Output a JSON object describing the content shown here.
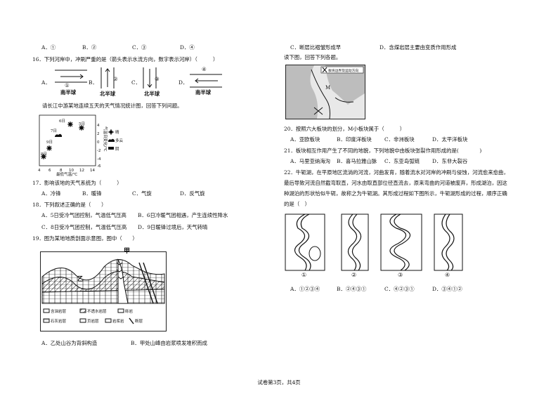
{
  "left": {
    "top_options": [
      "A．①",
      "B．②",
      "C．③",
      "D．④"
    ],
    "q16": {
      "stem": "16．下列河岸中，冲刷严重的是（箭头表示水流方向，数字表示河岸）（　　　）",
      "opts": [
        "A．",
        "B．",
        "C．",
        "D．"
      ],
      "nums": [
        "①",
        "②",
        "③",
        "④"
      ],
      "hemis": [
        "南半球",
        "北半球",
        "北半球",
        "南半球"
      ]
    },
    "intro_17": "请长江中游某地连续五天的天气情况统计图，回答下列问题。",
    "chart": {
      "days": [
        "5日",
        "6日",
        "7日",
        "8日",
        "9日"
      ],
      "x_ticks": [
        "4",
        "6",
        "8",
        "10",
        "12",
        "14"
      ],
      "y_ticks": [
        "4",
        "2",
        "0",
        "-2",
        "-4",
        "-6"
      ],
      "xlabel": "最低气温/℃",
      "ylabel": "气温日变化/℃",
      "legend": [
        "晴",
        "多云",
        "阴"
      ]
    },
    "q17": {
      "stem": "17．影响该地的天气系统为（　　　）",
      "opts": [
        "A．冷锋",
        "B．暖锋",
        "C．气旋",
        "D．反气旋"
      ]
    },
    "q18": {
      "stem": "18．下列叙述正确的是（　　）",
      "a": "A．5日受冷气团控制，气温低气压高",
      "b": "B．6日冷暖气团相遇，产生连续性降水",
      "c": "C．8日受冷气团控制，气温低气压高",
      "d": "D．9日暖锋过境后，天气转晴"
    },
    "q19": {
      "stem": "19．图为某地地质剖面示意图，图中（　　）",
      "label_jia": "甲",
      "label_yi": "乙"
    },
    "geo_legend": [
      "含油岩层",
      "不透水岩层",
      "砾岩",
      "石灰岩层",
      "页岩层",
      "岩浆岩",
      "断层"
    ],
    "q19_opts": [
      "A．乙处山谷为背斜构造",
      "B．甲处山峰由岩浆喷发堆积而成"
    ]
  },
  "right": {
    "q19_opts": [
      "C．断层比褶皱形成早",
      "D．含煤岩层主要由变质作用形成"
    ],
    "intro_20": "读下图，回答下列各题。",
    "map": {
      "legend": "板块边界及运动方向",
      "label_m": "M"
    },
    "q20": {
      "stem": "20．按照六大板块的划分，M小板块属于（　　　）",
      "opts": [
        "A．亚欧板块",
        "B．印度洋板块",
        "C．非洲板块",
        "D．太平洋板块"
      ]
    },
    "q21": {
      "stem": "21．板块相互作用产生了不同的地貌，下列地貌中由板块张裂作用形成的是(　　　　)",
      "opts": [
        "A．马里亚纳海沟",
        "B．喜马拉雅山脉",
        "C．东亚岛弧链",
        "D．东非大裂谷"
      ]
    },
    "q22": {
      "line1": "22．牛轭湖，在平原地区流淌的河流，河曲发育，随着流水对河岸的冲刷与侵蚀，河流愈来愈曲，",
      "line2": "最后导致河流自然截弯取直，河水由取直部位径直流去，原来弯曲的河道被废弃，形成湖泊，因这",
      "line3": "种湖泊的形状恰似牛轭，故称之为牛轭湖。其形成过程如下图所示，牛轭湖形成的过程，顺序正确",
      "line4": "的是（　）",
      "nums": [
        "①",
        "②",
        "③",
        "④"
      ],
      "opts": [
        "A．①②③④",
        "B．②④③①",
        "C．④②③①",
        "D．③④①②"
      ]
    }
  },
  "footer": "试卷第3页，共4页"
}
